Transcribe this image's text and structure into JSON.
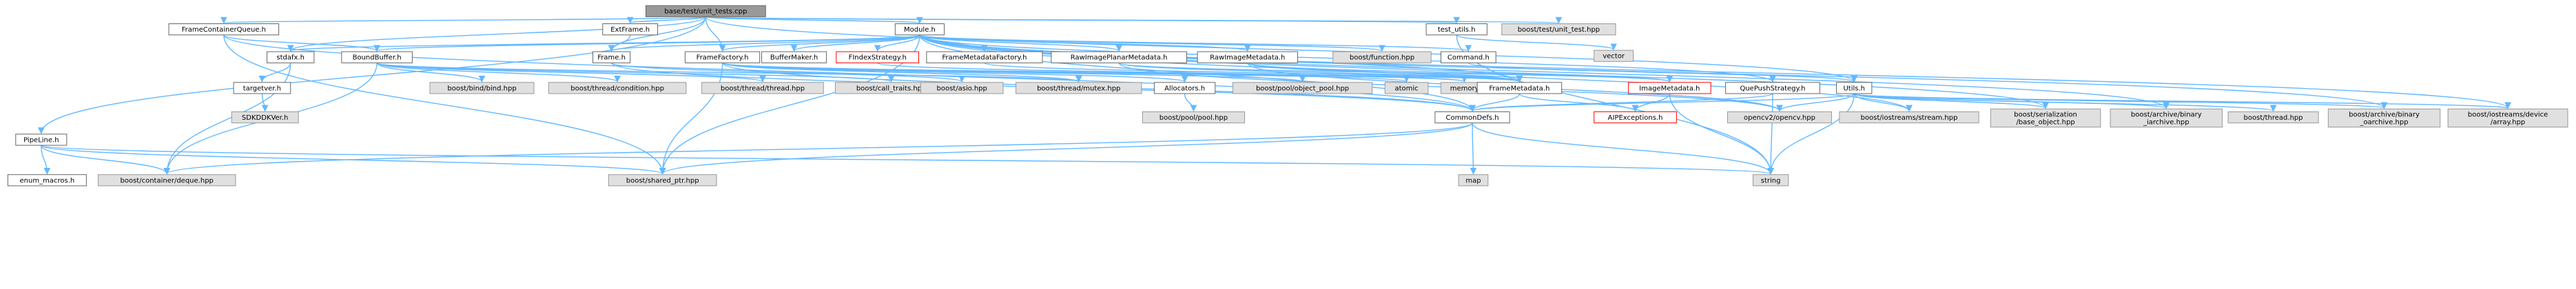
{
  "graph": {
    "nodes": [
      {
        "id": "unit_tests",
        "lines": [
          "base/test/unit_tests.cpp"
        ],
        "style": "root"
      },
      {
        "id": "FrameContainerQueue",
        "lines": [
          "FrameContainerQueue.h"
        ],
        "style": "white"
      },
      {
        "id": "ExtFrame",
        "lines": [
          "ExtFrame.h"
        ],
        "style": "white"
      },
      {
        "id": "Module",
        "lines": [
          "Module.h"
        ],
        "style": "white"
      },
      {
        "id": "test_utils",
        "lines": [
          "test_utils.h"
        ],
        "style": "white"
      },
      {
        "id": "boost_unit_test",
        "lines": [
          "boost/test/unit_test.hpp"
        ],
        "style": "gray"
      },
      {
        "id": "vector",
        "lines": [
          "vector"
        ],
        "style": "gray"
      },
      {
        "id": "stdafx",
        "lines": [
          "stdafx.h"
        ],
        "style": "white"
      },
      {
        "id": "BoundBuffer",
        "lines": [
          "BoundBuffer.h"
        ],
        "style": "white"
      },
      {
        "id": "Frame",
        "lines": [
          "Frame.h"
        ],
        "style": "white"
      },
      {
        "id": "FrameFactory",
        "lines": [
          "FrameFactory.h"
        ],
        "style": "white"
      },
      {
        "id": "BufferMaker",
        "lines": [
          "BufferMaker.h"
        ],
        "style": "white"
      },
      {
        "id": "FIndexStrategy",
        "lines": [
          "FIndexStrategy.h"
        ],
        "style": "red"
      },
      {
        "id": "FrameMetadataFactory",
        "lines": [
          "FrameMetadataFactory.h"
        ],
        "style": "white"
      },
      {
        "id": "RawImagePlanarMetadata",
        "lines": [
          "RawImagePlanarMetadata.h"
        ],
        "style": "white"
      },
      {
        "id": "RawImageMetadata",
        "lines": [
          "RawImageMetadata.h"
        ],
        "style": "white"
      },
      {
        "id": "boost_function",
        "lines": [
          "boost/function.hpp"
        ],
        "style": "gray"
      },
      {
        "id": "Command",
        "lines": [
          "Command.h"
        ],
        "style": "white"
      },
      {
        "id": "targetver",
        "lines": [
          "targetver.h"
        ],
        "style": "white"
      },
      {
        "id": "SDKDDKVer",
        "lines": [
          "SDKDDKVer.h"
        ],
        "style": "gray"
      },
      {
        "id": "PipeLine",
        "lines": [
          "PipeLine.h"
        ],
        "style": "white"
      },
      {
        "id": "enum_macros",
        "lines": [
          "enum_macros.h"
        ],
        "style": "white"
      },
      {
        "id": "boost_bind",
        "lines": [
          "boost/bind/bind.hpp"
        ],
        "style": "gray"
      },
      {
        "id": "boost_condition",
        "lines": [
          "boost/thread/condition.hpp"
        ],
        "style": "gray"
      },
      {
        "id": "boost_thread_thread",
        "lines": [
          "boost/thread/thread.hpp"
        ],
        "style": "gray"
      },
      {
        "id": "boost_call_traits",
        "lines": [
          "boost/call_traits.hpp"
        ],
        "style": "gray"
      },
      {
        "id": "boost_asio",
        "lines": [
          "boost/asio.hpp"
        ],
        "style": "gray"
      },
      {
        "id": "boost_mutex",
        "lines": [
          "boost/thread/mutex.hpp"
        ],
        "style": "gray"
      },
      {
        "id": "Allocators",
        "lines": [
          "Allocators.h"
        ],
        "style": "white"
      },
      {
        "id": "boost_object_pool",
        "lines": [
          "boost/pool/object_pool.hpp"
        ],
        "style": "gray"
      },
      {
        "id": "atomic",
        "lines": [
          "atomic"
        ],
        "style": "gray"
      },
      {
        "id": "memory",
        "lines": [
          "memory"
        ],
        "style": "gray"
      },
      {
        "id": "FrameMetadata",
        "lines": [
          "FrameMetadata.h"
        ],
        "style": "white"
      },
      {
        "id": "ImageMetadata",
        "lines": [
          "ImageMetadata.h"
        ],
        "style": "red"
      },
      {
        "id": "QuePushStrategy",
        "lines": [
          "QuePushStrategy.h"
        ],
        "style": "white"
      },
      {
        "id": "Utils",
        "lines": [
          "Utils.h"
        ],
        "style": "white"
      },
      {
        "id": "boost_pool",
        "lines": [
          "boost/pool/pool.hpp"
        ],
        "style": "gray"
      },
      {
        "id": "CommonDefs",
        "lines": [
          "CommonDefs.h"
        ],
        "style": "white"
      },
      {
        "id": "AIPExceptions",
        "lines": [
          "AIPExceptions.h"
        ],
        "style": "red"
      },
      {
        "id": "opencv",
        "lines": [
          "opencv2/opencv.hpp"
        ],
        "style": "gray"
      },
      {
        "id": "boost_iostreams_stream",
        "lines": [
          "boost/iostreams/stream.hpp"
        ],
        "style": "gray"
      },
      {
        "id": "boost_serialization",
        "lines": [
          "boost/serialization",
          "/base_object.hpp"
        ],
        "style": "gray"
      },
      {
        "id": "boost_binary_iarchive",
        "lines": [
          "boost/archive/binary",
          "_iarchive.hpp"
        ],
        "style": "gray"
      },
      {
        "id": "boost_thread_hpp",
        "lines": [
          "boost/thread.hpp"
        ],
        "style": "gray"
      },
      {
        "id": "boost_binary_oarchive",
        "lines": [
          "boost/archive/binary",
          "_oarchive.hpp"
        ],
        "style": "gray"
      },
      {
        "id": "boost_iostreams_array",
        "lines": [
          "boost/iostreams/device",
          "/array.hpp"
        ],
        "style": "gray"
      },
      {
        "id": "boost_deque",
        "lines": [
          "boost/container/deque.hpp"
        ],
        "style": "gray"
      },
      {
        "id": "boost_shared_ptr",
        "lines": [
          "boost/shared_ptr.hpp"
        ],
        "style": "gray"
      },
      {
        "id": "map",
        "lines": [
          "map"
        ],
        "style": "gray"
      },
      {
        "id": "string",
        "lines": [
          "string"
        ],
        "style": "gray"
      }
    ],
    "edges": [
      [
        "unit_tests",
        "FrameContainerQueue"
      ],
      [
        "unit_tests",
        "ExtFrame"
      ],
      [
        "unit_tests",
        "Module"
      ],
      [
        "unit_tests",
        "test_utils"
      ],
      [
        "unit_tests",
        "boost_unit_test"
      ],
      [
        "unit_tests",
        "stdafx"
      ],
      [
        "unit_tests",
        "Frame"
      ],
      [
        "unit_tests",
        "FrameFactory"
      ],
      [
        "unit_tests",
        "PipeLine"
      ],
      [
        "unit_tests",
        "Utils"
      ],
      [
        "FrameContainerQueue",
        "BoundBuffer"
      ],
      [
        "FrameContainerQueue",
        "CommonDefs"
      ],
      [
        "FrameContainerQueue",
        "boost_shared_ptr"
      ],
      [
        "ExtFrame",
        "Frame"
      ],
      [
        "Module",
        "stdafx"
      ],
      [
        "Module",
        "BoundBuffer"
      ],
      [
        "Module",
        "Frame"
      ],
      [
        "Module",
        "FrameFactory"
      ],
      [
        "Module",
        "BufferMaker"
      ],
      [
        "Module",
        "FIndexStrategy"
      ],
      [
        "Module",
        "FrameMetadataFactory"
      ],
      [
        "Module",
        "RawImagePlanarMetadata"
      ],
      [
        "Module",
        "RawImageMetadata"
      ],
      [
        "Module",
        "boost_function"
      ],
      [
        "Module",
        "Command"
      ],
      [
        "Module",
        "QuePushStrategy"
      ],
      [
        "Module",
        "CommonDefs"
      ],
      [
        "Module",
        "FrameMetadata"
      ],
      [
        "Module",
        "boost_iostreams_stream"
      ],
      [
        "Module",
        "boost_serialization"
      ],
      [
        "Module",
        "boost_binary_iarchive"
      ],
      [
        "Module",
        "boost_binary_oarchive"
      ],
      [
        "Module",
        "boost_iostreams_array"
      ],
      [
        "Module",
        "boost_shared_ptr"
      ],
      [
        "test_utils",
        "vector"
      ],
      [
        "test_utils",
        "string"
      ],
      [
        "stdafx",
        "targetver"
      ],
      [
        "stdafx",
        "boost_deque"
      ],
      [
        "targetver",
        "SDKDDKVer"
      ],
      [
        "BoundBuffer",
        "boost_bind"
      ],
      [
        "BoundBuffer",
        "boost_condition"
      ],
      [
        "BoundBuffer",
        "boost_thread_thread"
      ],
      [
        "BoundBuffer",
        "boost_call_traits"
      ],
      [
        "BoundBuffer",
        "boost_mutex"
      ],
      [
        "BoundBuffer",
        "boost_deque"
      ],
      [
        "Frame",
        "boost_asio"
      ],
      [
        "Frame",
        "CommonDefs"
      ],
      [
        "FrameFactory",
        "boost_mutex"
      ],
      [
        "FrameFactory",
        "Allocators"
      ],
      [
        "FrameFactory",
        "boost_object_pool"
      ],
      [
        "FrameFactory",
        "atomic"
      ],
      [
        "FrameFactory",
        "memory"
      ],
      [
        "FrameFactory",
        "FrameMetadata"
      ],
      [
        "FrameFactory",
        "CommonDefs"
      ],
      [
        "FrameFactory",
        "boost_shared_ptr"
      ],
      [
        "FIndexStrategy",
        "memory"
      ],
      [
        "FrameMetadataFactory",
        "FrameMetadata"
      ],
      [
        "RawImagePlanarMetadata",
        "FrameMetadata"
      ],
      [
        "RawImagePlanarMetadata",
        "ImageMetadata"
      ],
      [
        "RawImagePlanarMetadata",
        "opencv"
      ],
      [
        "RawImageMetadata",
        "FrameMetadata"
      ],
      [
        "RawImageMetadata",
        "ImageMetadata"
      ],
      [
        "RawImageMetadata",
        "opencv"
      ],
      [
        "Command",
        "Utils"
      ],
      [
        "QuePushStrategy",
        "CommonDefs"
      ],
      [
        "QuePushStrategy",
        "string"
      ],
      [
        "Allocators",
        "boost_pool"
      ],
      [
        "FrameMetadata",
        "CommonDefs"
      ],
      [
        "FrameMetadata",
        "AIPExceptions"
      ],
      [
        "ImageMetadata",
        "AIPExceptions"
      ],
      [
        "ImageMetadata",
        "string"
      ],
      [
        "Utils",
        "opencv"
      ],
      [
        "Utils",
        "boost_iostreams_stream"
      ],
      [
        "Utils",
        "boost_serialization"
      ],
      [
        "Utils",
        "boost_binary_iarchive"
      ],
      [
        "Utils",
        "boost_thread_hpp"
      ],
      [
        "Utils",
        "boost_binary_oarchive"
      ],
      [
        "Utils",
        "boost_iostreams_array"
      ],
      [
        "Utils",
        "string"
      ],
      [
        "Utils",
        "CommonDefs"
      ],
      [
        "CommonDefs",
        "boost_deque"
      ],
      [
        "CommonDefs",
        "boost_shared_ptr"
      ],
      [
        "CommonDefs",
        "map"
      ],
      [
        "CommonDefs",
        "string"
      ],
      [
        "PipeLine",
        "enum_macros"
      ],
      [
        "PipeLine",
        "boost_deque"
      ],
      [
        "PipeLine",
        "boost_shared_ptr"
      ],
      [
        "PipeLine",
        "string"
      ]
    ]
  },
  "colors": {
    "edge": "#63b8ff",
    "node_border": "#666666",
    "external_fill": "#e0e0e0",
    "external_border": "#999999",
    "missing_border": "#ff0000",
    "root_fill": "#999999"
  }
}
